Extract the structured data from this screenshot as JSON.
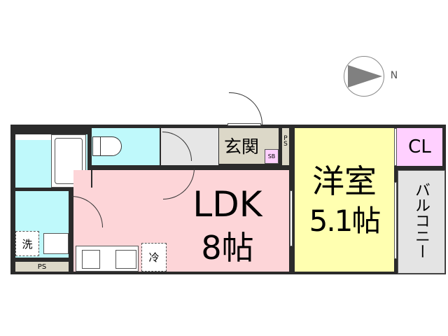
{
  "compass": {
    "label": "N"
  },
  "rooms": {
    "ldk": {
      "name": "LDK",
      "size": "8帖",
      "color": "#fdd5d8"
    },
    "western": {
      "name": "洋室",
      "size": "5.1帖",
      "color": "#ffffb0"
    },
    "entrance": {
      "name": "玄関",
      "color": "#dcd8c8"
    },
    "closet": {
      "name": "CL",
      "color": "#ffd0ff"
    },
    "balcony": {
      "name": "バルコニー",
      "color": "#e4e4e4"
    },
    "shoe_box": {
      "name": "SB"
    },
    "ps_top": {
      "name": "PS"
    },
    "ps_bottom": {
      "name": "PS"
    },
    "washer": {
      "name": "洗"
    },
    "fridge": {
      "name": "冷"
    },
    "wet_color": "#bff9fb"
  }
}
